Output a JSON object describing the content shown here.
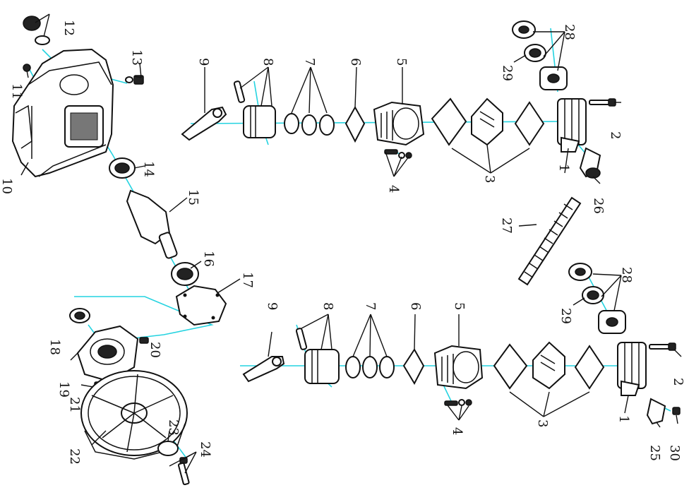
{
  "colors": {
    "axis_line": "#24d3e0",
    "ink": "#111111",
    "background": "#ffffff"
  },
  "labels": {
    "p1a": "1",
    "p1b": "1",
    "p2a": "2",
    "p2b": "2",
    "p3a": "3",
    "p3b": "3",
    "p4a": "4",
    "p4b": "4",
    "p5a": "5",
    "p5b": "5",
    "p6a": "6",
    "p6b": "6",
    "p7a": "7",
    "p7b": "7",
    "p8a": "8",
    "p8b": "8",
    "p9a": "9",
    "p9b": "9",
    "p10": "10",
    "p11": "11",
    "p12": "12",
    "p13": "13",
    "p14": "14",
    "p15": "15",
    "p16": "16",
    "p17": "17",
    "p18": "18",
    "p19": "19",
    "p20": "20",
    "p21": "21",
    "p22": "22",
    "p23": "23",
    "p24": "24",
    "p25": "25",
    "p26": "26",
    "p27": "27",
    "p28a": "28",
    "p28b": "28",
    "p29a": "29",
    "p29b": "29",
    "p30": "30"
  }
}
